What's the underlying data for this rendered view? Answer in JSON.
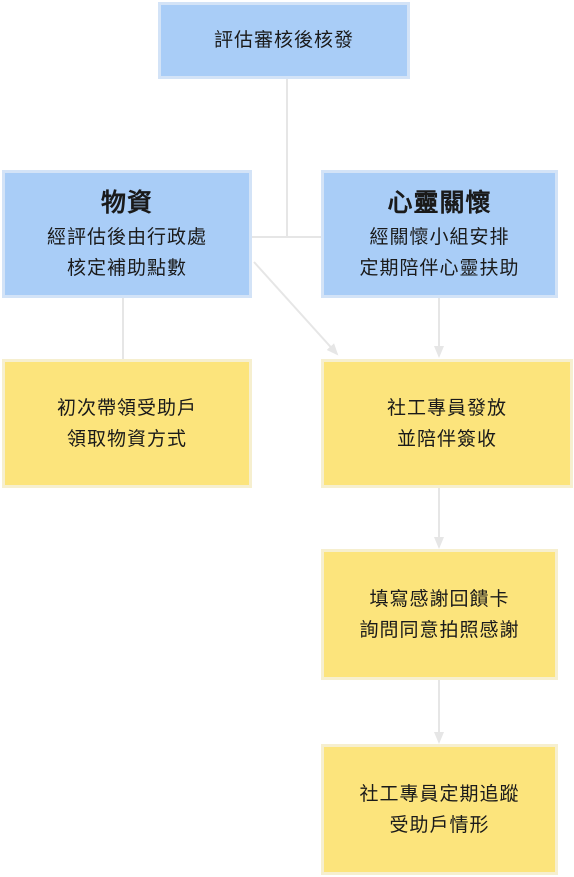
{
  "colors": {
    "blue_box": "#a9cdf7",
    "yellow_box": "#fce47c",
    "connector": "#e6e6e6"
  },
  "top": {
    "label": "評估審核後核發"
  },
  "material": {
    "title": "物資",
    "line1": "經評估後由行政處",
    "line2": "核定補助點數"
  },
  "spiritual": {
    "title": "心靈關懷",
    "line1": "經關懷小組安排",
    "line2": "定期陪伴心靈扶助"
  },
  "first_visit": {
    "line1": "初次帶領受助戶",
    "line2": "領取物資方式"
  },
  "social_worker_delivery": {
    "line1": "社工專員發放",
    "line2": "並陪伴簽收"
  },
  "thank_you_card": {
    "line1": "填寫感謝回饋卡",
    "line2": "詢問同意拍照感謝"
  },
  "follow_up": {
    "line1": "社工專員定期追蹤",
    "line2": "受助戶情形"
  }
}
